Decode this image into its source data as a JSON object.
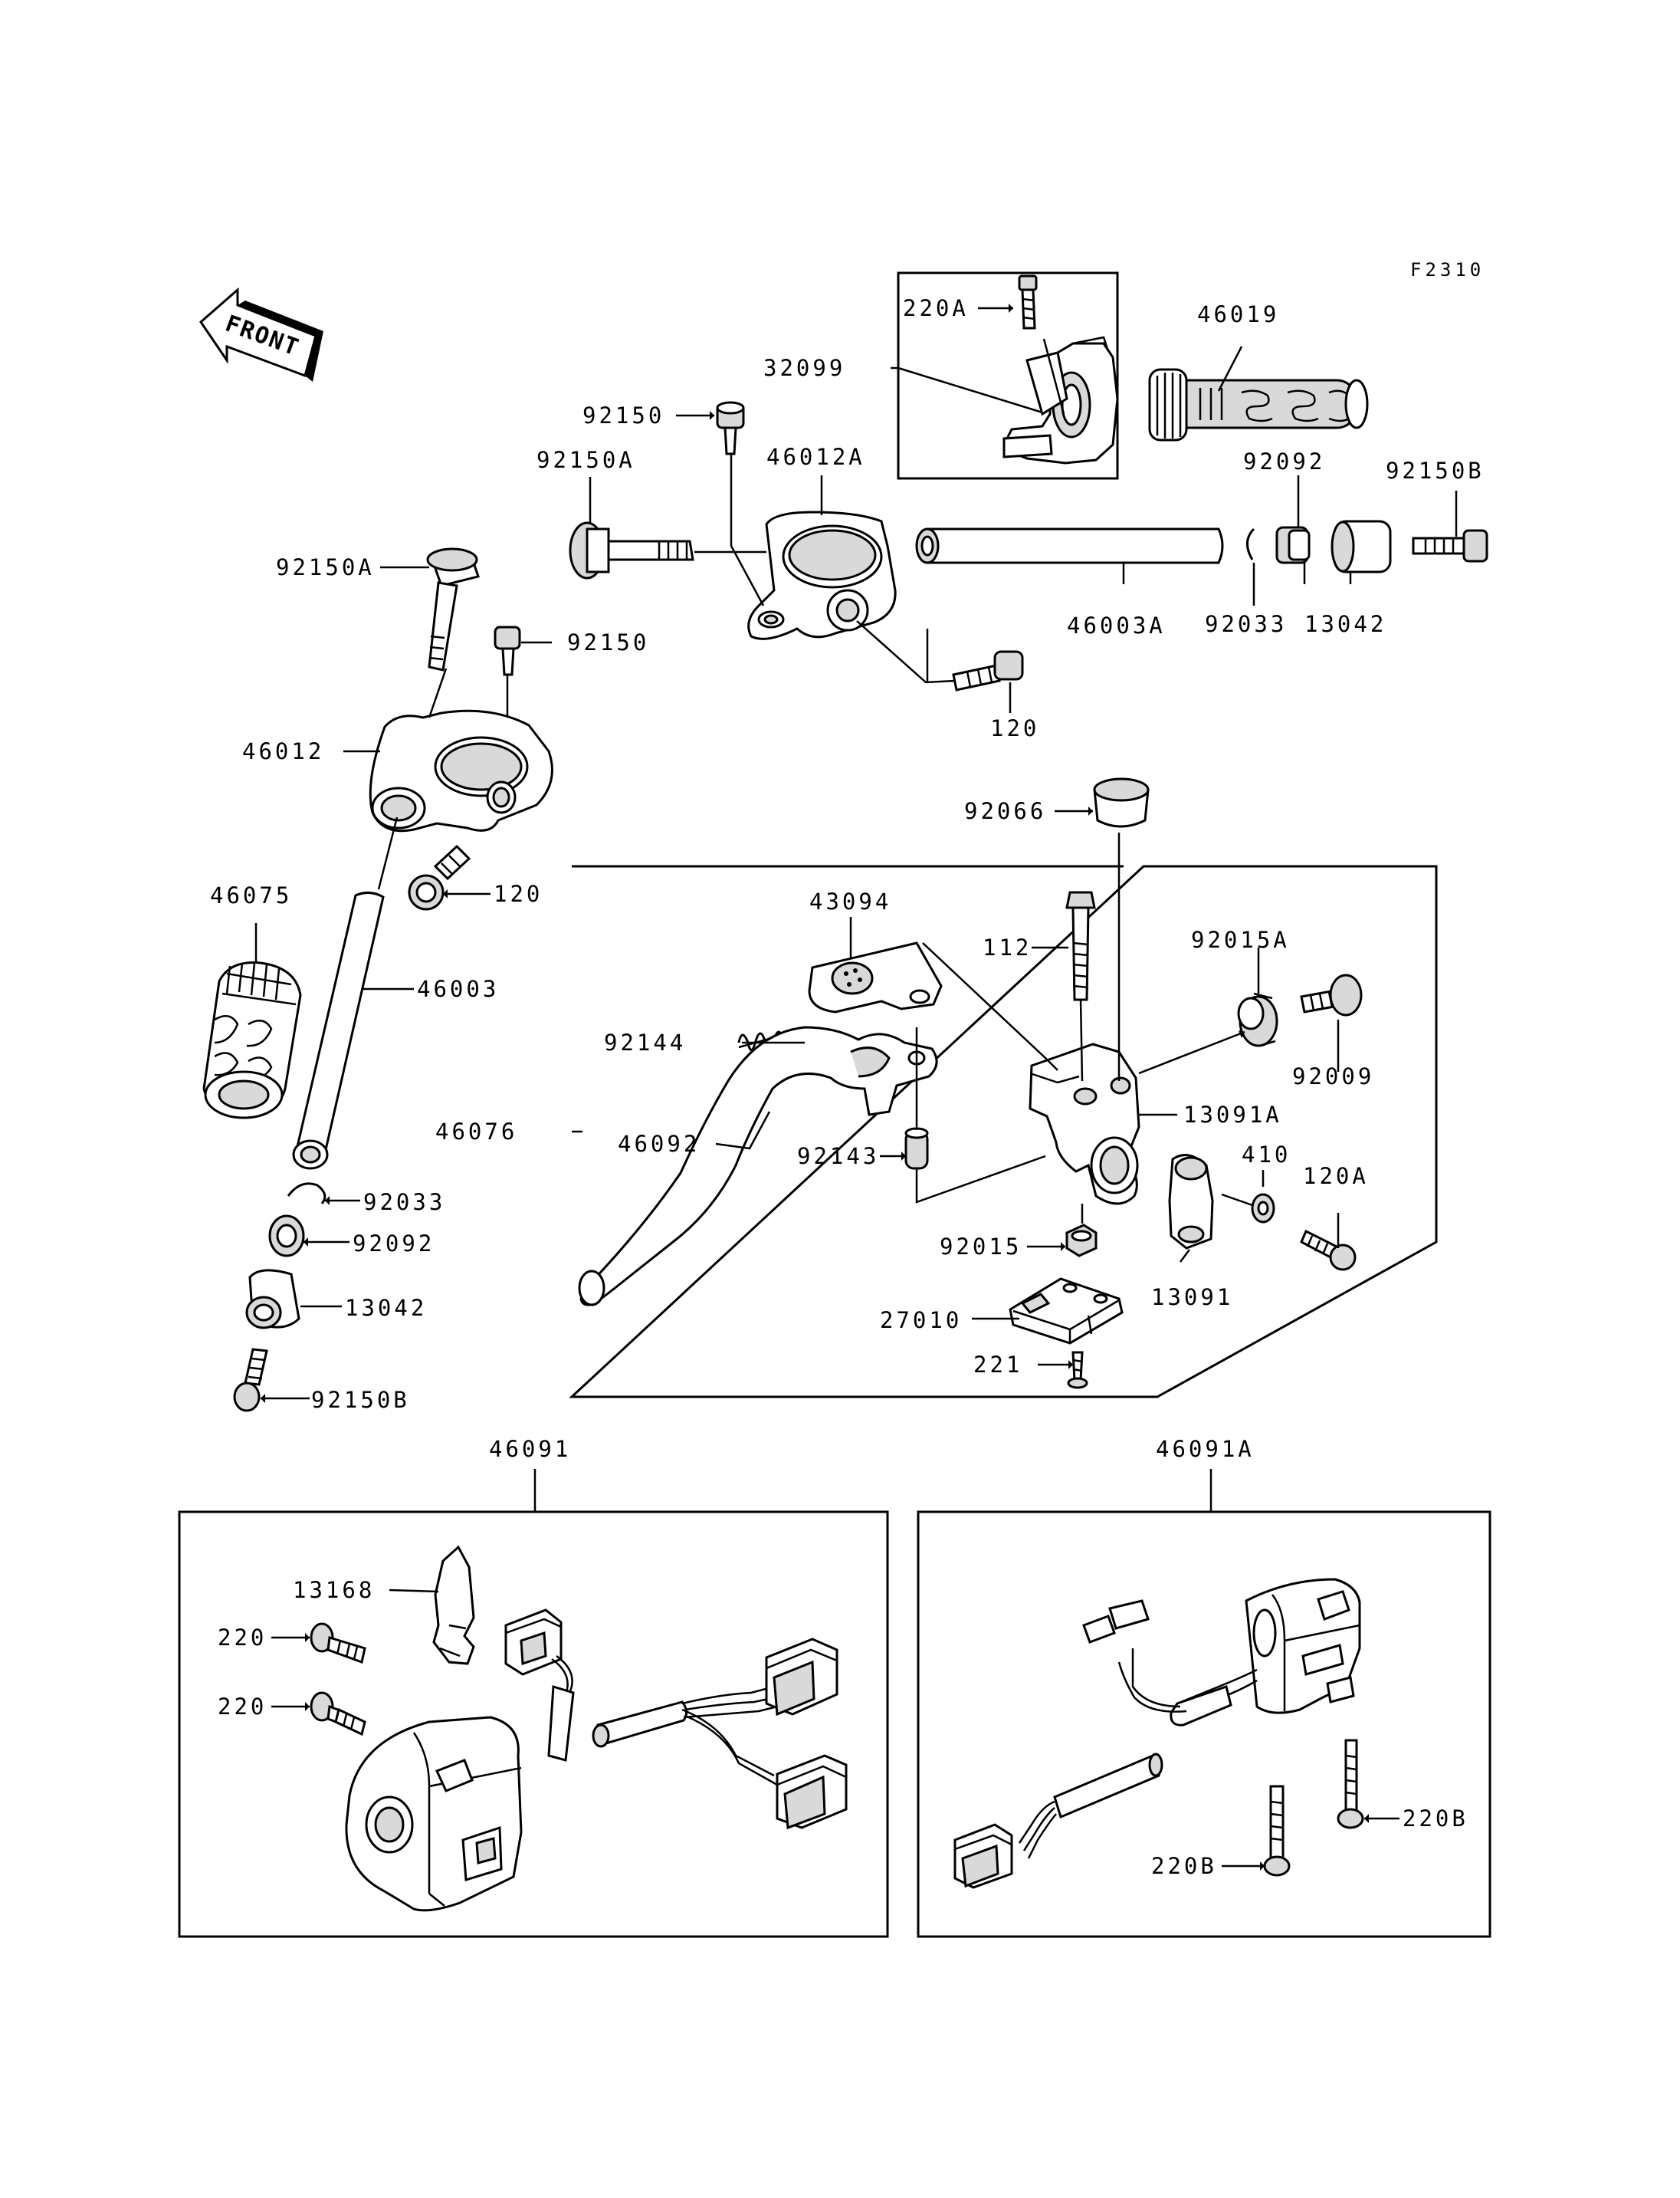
{
  "diagram": {
    "code": "F2310",
    "front_label": "FRONT",
    "labels": {
      "l_220A": "220A",
      "l_32099": "32099",
      "l_46019": "46019",
      "l_92150_top": "92150",
      "l_92150A_top": "92150A",
      "l_46012A": "46012A",
      "l_92092_top": "92092",
      "l_92150B_top": "92150B",
      "l_92150A_left": "92150A",
      "l_92150_mid": "92150",
      "l_46003A": "46003A",
      "l_92033_top": "92033",
      "l_13042_top": "13042",
      "l_120_top": "120",
      "l_46012": "46012",
      "l_92066": "92066",
      "l_120_left": "120",
      "l_46075": "46075",
      "l_43094": "43094",
      "l_112": "112",
      "l_92015A": "92015A",
      "l_46003": "46003",
      "l_92144": "92144",
      "l_92009": "92009",
      "l_46076": "46076",
      "l_13091A": "13091A",
      "l_46092": "46092",
      "l_92143": "92143",
      "l_410": "410",
      "l_120A": "120A",
      "l_92033_left": "92033",
      "l_92092_left": "92092",
      "l_92015": "92015",
      "l_13042_left": "13042",
      "l_13091": "13091",
      "l_27010": "27010",
      "l_221": "221",
      "l_92150B_left": "92150B",
      "l_46091": "46091",
      "l_46091A": "46091A",
      "l_13168": "13168",
      "l_220_a": "220",
      "l_220_b": "220",
      "l_220B_right": "220B",
      "l_220B_left": "220B"
    }
  }
}
